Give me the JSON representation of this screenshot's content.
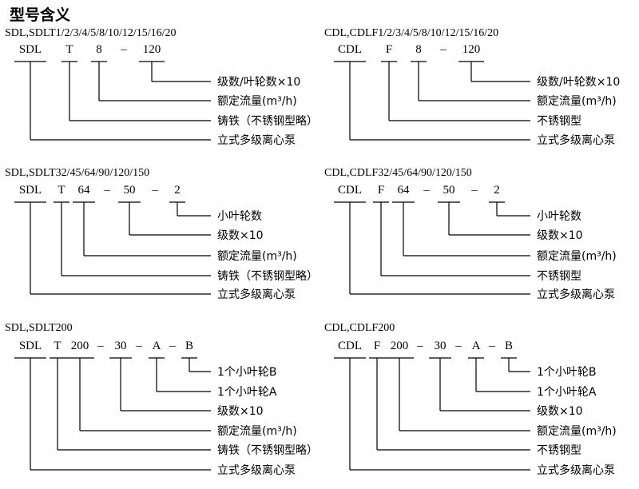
{
  "page_title": "型号含义",
  "colors": {
    "ink": "#000000",
    "background": "#ffffff"
  },
  "blocks": [
    {
      "id": "sdl-small",
      "title": "SDL,SDLT1/2/3/4/5/8/10/12/15/16/20",
      "codes": [
        "SDL",
        "T",
        "8",
        "120"
      ],
      "separators": [
        "",
        "",
        "–"
      ],
      "labels": [
        "级数/叶轮数×10",
        "额定流量(m³/h)",
        "铸铁（不锈钢型略）",
        "立式多级离心泵"
      ]
    },
    {
      "id": "cdl-small",
      "title": "CDL,CDLF1/2/3/4/5/8/10/12/15/16/20",
      "codes": [
        "CDL",
        "F",
        "8",
        "120"
      ],
      "separators": [
        "",
        "",
        "–"
      ],
      "labels": [
        "级数/叶轮数×10",
        "额定流量(m³/h)",
        "不锈钢型",
        "立式多级离心泵"
      ]
    },
    {
      "id": "sdl-mid",
      "title": "SDL,SDLT32/45/64/90/120/150",
      "codes": [
        "SDL",
        "T",
        "64",
        "50",
        "2"
      ],
      "separators": [
        "",
        "",
        "–",
        "–"
      ],
      "labels": [
        "小叶轮数",
        "级数×10",
        "额定流量(m³/h)",
        "铸铁（不锈钢型略）",
        "立式多级离心泵"
      ]
    },
    {
      "id": "cdl-mid",
      "title": "CDL,CDLF32/45/64/90/120/150",
      "codes": [
        "CDL",
        "F",
        "64",
        "50",
        "2"
      ],
      "separators": [
        "",
        "",
        "–",
        "–"
      ],
      "labels": [
        "小叶轮数",
        "级数×10",
        "额定流量(m³/h)",
        "不锈钢型",
        "立式多级离心泵"
      ]
    },
    {
      "id": "sdl-large",
      "title": "SDL,SDLT200",
      "codes": [
        "SDL",
        "T",
        "200",
        "30",
        "A",
        "B"
      ],
      "separators": [
        "",
        "",
        "–",
        "–",
        "–"
      ],
      "labels": [
        "1个小叶轮B",
        "1个小叶轮A",
        "级数×10",
        "额定流量(m³/h)",
        "铸铁（不锈钢型略）",
        "立式多级离心泵"
      ]
    },
    {
      "id": "cdl-large",
      "title": "CDL,CDLF200",
      "codes": [
        "CDL",
        "F",
        "200",
        "30",
        "A",
        "B"
      ],
      "separators": [
        "",
        "",
        "–",
        "–",
        "–"
      ],
      "labels": [
        "1个小叶轮B",
        "1个小叶轮A",
        "级数×10",
        "额定流量(m³/h)",
        "不锈钢型",
        "立式多级离心泵"
      ]
    }
  ]
}
